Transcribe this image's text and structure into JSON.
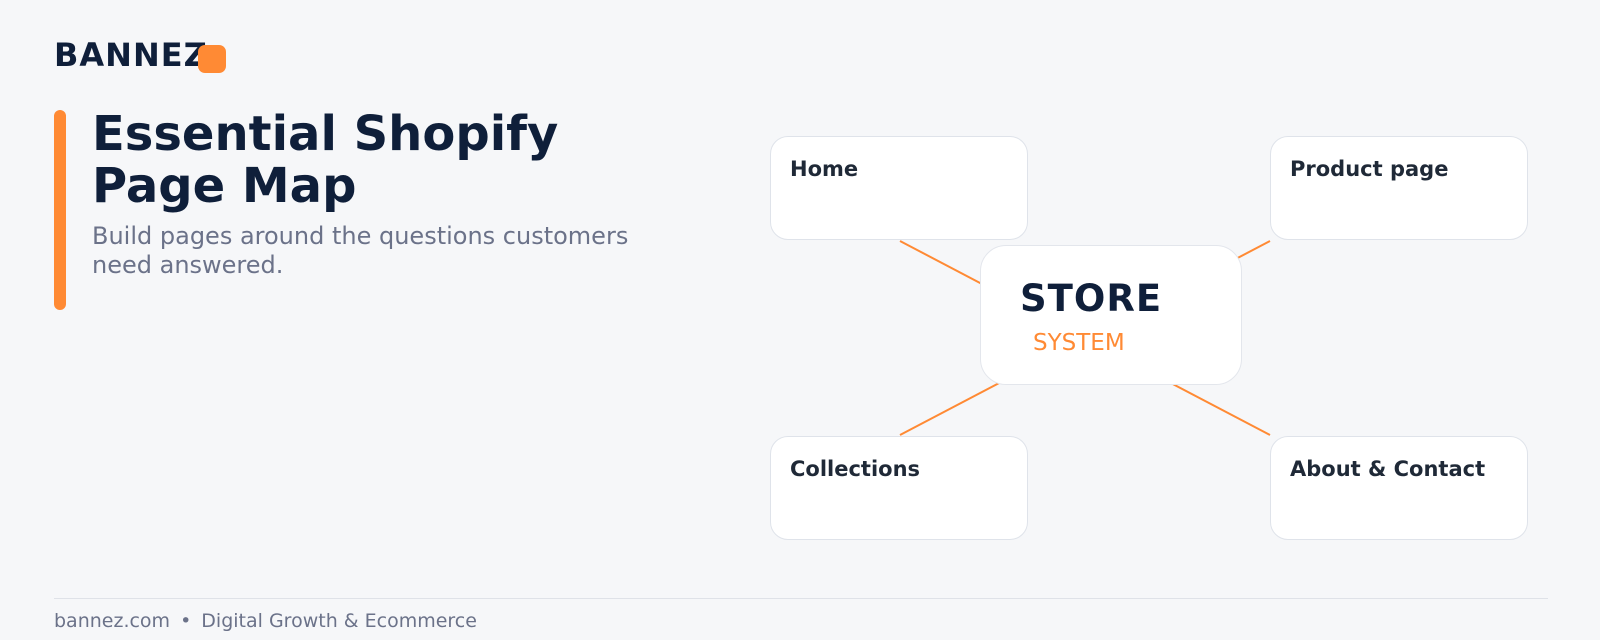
{
  "brand": {
    "logo_text": "BANNEZ",
    "accent_color": "#ff8a34",
    "text_color": "#0f1f3a"
  },
  "header": {
    "title": "Essential Shopify Page Map",
    "subtitle": "Build pages around the questions customers need answered."
  },
  "diagram": {
    "center": {
      "title": "STORE",
      "subtitle": "SYSTEM"
    },
    "nodes": [
      {
        "label": "Home"
      },
      {
        "label": "Product page"
      },
      {
        "label": "Collections"
      },
      {
        "label": "About & Contact"
      }
    ],
    "connector_color": "#ff8a34"
  },
  "footer": {
    "site": "bannez.com",
    "separator": "•",
    "tagline": "Digital Growth & Ecommerce"
  }
}
